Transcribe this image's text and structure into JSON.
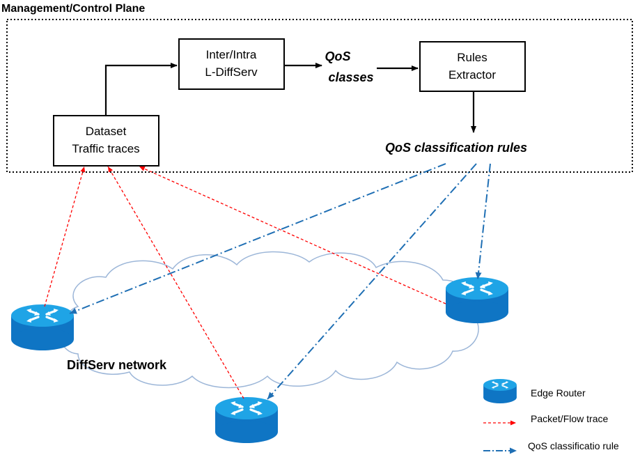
{
  "plane": {
    "title": "Management/Control Plane"
  },
  "boxes": {
    "diffserv": {
      "line1": "Inter/Intra",
      "line2": "L-DiffServ"
    },
    "rules": {
      "line1": "Rules",
      "line2": "Extractor"
    },
    "dataset": {
      "line1": "Dataset",
      "line2": "Traffic traces"
    }
  },
  "labels": {
    "qos_classes_1": "QoS",
    "qos_classes_2": "classes",
    "qos_rules": "QoS classification rules",
    "network": "DiffServ network"
  },
  "legend": {
    "edge_router": "Edge Router",
    "packet_trace": "Packet/Flow trace",
    "qos_rule": "QoS classificatio rule"
  },
  "colors": {
    "trace": "#ff0000",
    "rule": "#1f6fb4",
    "router_top": "#1fa4e6",
    "router_side": "#0f75c4",
    "cloud_stroke": "#9cb6d8"
  },
  "icons": [
    "edge-router-icon",
    "cloud-shape"
  ]
}
